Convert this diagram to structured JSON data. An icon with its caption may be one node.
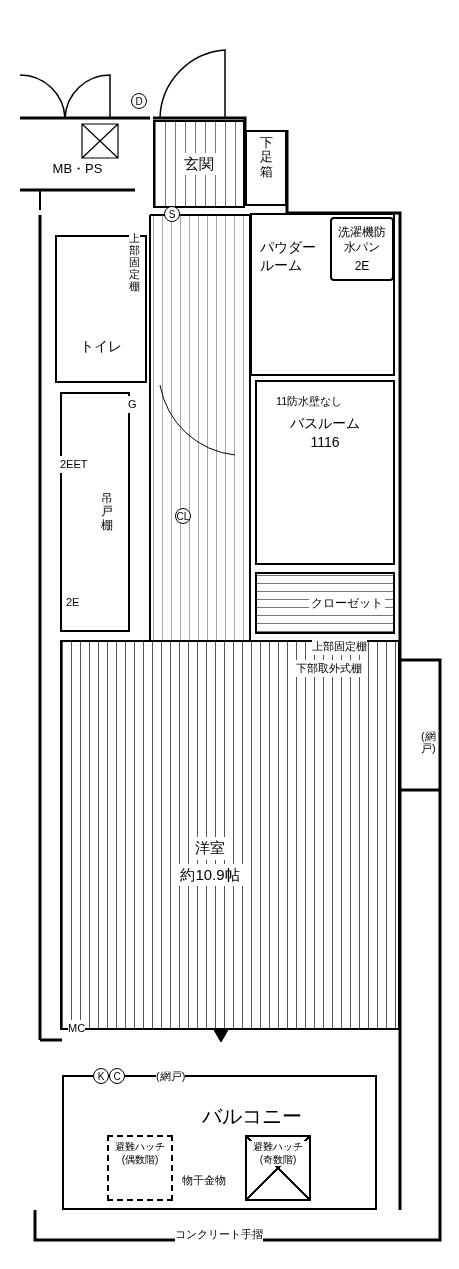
{
  "diagram": {
    "nodes": [
      {
        "text": [
          "MB・PS"
        ]
      },
      {
        "text": [
          "玄関"
        ]
      },
      {
        "text": [
          "下足箱"
        ]
      },
      {
        "text": [
          "トイレ"
        ]
      },
      {
        "text": [
          "パウダールーム"
        ]
      },
      {
        "text": [
          "洗濯機防水パン",
          "2E"
        ],
        "in": 4
      },
      {
        "text": [
          "バスルーム 1116"
        ]
      },
      {
        "text": [
          "洋室",
          "約10.9帖"
        ]
      },
      {
        "text": [
          "吊戸棚"
        ]
      },
      {
        "text": [
          "クローゼット"
        ]
      },
      {
        "text": [
          "バルコニー"
        ]
      },
      {
        "text": [
          "避難ハッチ (偶数階)"
        ],
        "in": 10
      },
      {
        "text": [
          "避難ハッチ (奇数階)"
        ],
        "in": 10
      }
    ],
    "labels": [
      "D",
      "S",
      "上部固定棚",
      "11防水壁なし",
      "G",
      "2EET",
      "CL",
      "2E",
      "上部固定棚",
      "下部取外式棚",
      "(網戸)",
      "MC",
      "K",
      "C",
      "(網戸)",
      "物干金物",
      "コンクリート手摺"
    ]
  }
}
